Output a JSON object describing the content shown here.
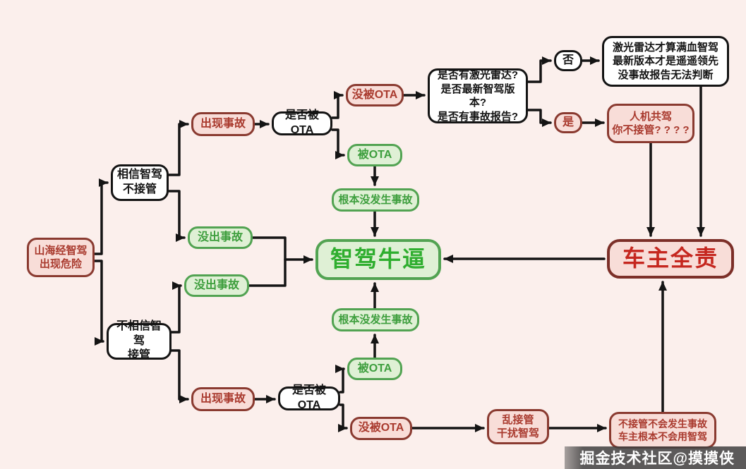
{
  "page": {
    "background": "#fbefec"
  },
  "palette": {
    "red_text": "#a93a2e",
    "red_bg": "#f8ddd8",
    "red_border": "#8a3a30",
    "green_text": "#3d9e3d",
    "green_bg": "#dff0d5",
    "green_border": "#52a352",
    "white_bg": "#ffffff",
    "line_color": "#141414",
    "big_green_text": "#2fae2f",
    "big_red_text": "#c5271f"
  },
  "nodes": {
    "start": {
      "label": "山海经智驾\n出现危险"
    },
    "trust": {
      "label": "相信智驾\n不接管"
    },
    "distrust": {
      "label": "不相信智驾\n接管"
    },
    "accident_top": {
      "label": "出现事故"
    },
    "no_accident_top": {
      "label": "没出事故"
    },
    "no_accident_bottom": {
      "label": "没出事故"
    },
    "accident_bottom": {
      "label": "出现事故"
    },
    "ota_question_top": {
      "label": "是否被OTA"
    },
    "ota_question_bottom": {
      "label": "是否被OTA"
    },
    "not_ota_top": {
      "label": "没被OTA"
    },
    "ota_top": {
      "label": "被OTA"
    },
    "no_accident_happened_top": {
      "label": "根本没发生事故"
    },
    "smart_driving_awesome": {
      "label": "智驾牛逼"
    },
    "no_accident_happened_bottom": {
      "label": "根本没发生事故"
    },
    "ota_bottom": {
      "label": "被OTA"
    },
    "not_ota_bottom": {
      "label": "没被OTA"
    },
    "three_questions": {
      "label": "是否有激光雷达?\n是否最新智驾版本?\n是否有事故报告?"
    },
    "no": {
      "label": "否"
    },
    "yes": {
      "label": "是"
    },
    "lidar_conclusion": {
      "label": "激光雷达才算满血智驾\n最新版本才是遥遥领先\n没事故报告无法判断"
    },
    "human_machine": {
      "label": "人机共驾\n你不接管? ? ? ?"
    },
    "owner_full_responsibility": {
      "label": "车主全责"
    },
    "messy_takeover": {
      "label": "乱接管\n干扰智驾"
    },
    "no_takeover_conclusion": {
      "label": "不接管不会发生事故\n车主根本不会用智驾"
    }
  },
  "watermark": {
    "text": "掘金技术社区@摸摸侠"
  }
}
